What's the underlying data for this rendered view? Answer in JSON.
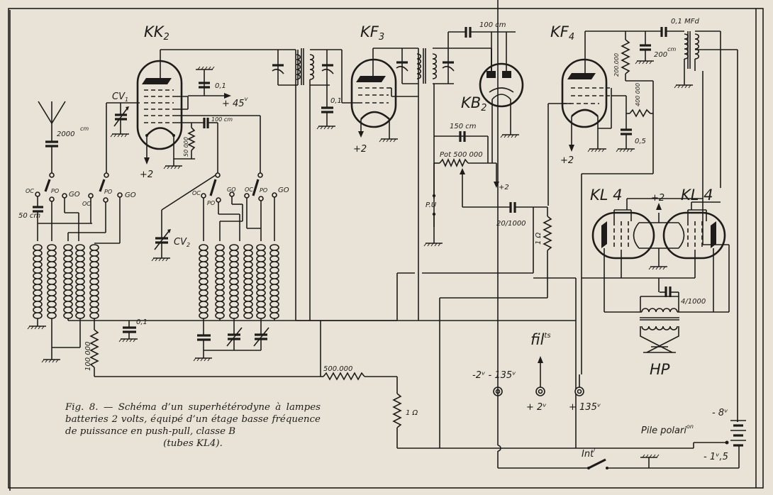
{
  "figure": {
    "caption_line1": "Fig. 8. — Schéma d’un superhétérodyne à lampes batteries 2 volts, équipé d’un étage basse fréquence de puissance en push-pull, classe B",
    "caption_line2": "(tubes KL4)."
  },
  "tubes": {
    "kk2": "KK",
    "kk2_sub": "2",
    "kf3": "KF",
    "kf3_sub": "3",
    "kb2": "KB",
    "kb2_sub": "2",
    "kf4": "KF",
    "kf4_sub": "4",
    "kl4_left": "KL 4",
    "kl4_right": "KL 4"
  },
  "components": {
    "antenna_cap": "2000",
    "antenna_cap_unit": "cm",
    "cv1": "CV",
    "cv1_sub": "1",
    "cv2": "CV",
    "cv2_sub": "2",
    "kk2_decoupling": "0,1",
    "kk2_screen_voltage": "+ 45",
    "kk2_screen_unit": "v",
    "kk2_grid_cap": "100 cm",
    "kk2_grid_res": "50 000",
    "kk2_filament": "+2",
    "osc_cap": "50 cm",
    "osc_decoupling": "0,1",
    "osc_res": "100 000",
    "if_decoupling": "0,1",
    "kf3_filament": "+2",
    "kb2_top_cap": "100 cm",
    "kb2_cap": "150 cm",
    "kb2_pot": "Pot 500 000",
    "kb2_filament": "+2",
    "pickup": "P.U",
    "coupling_cap": "20/1000",
    "grid_leak": "1 Ω",
    "avc_res": "500.000",
    "avc_res2": "1 Ω",
    "kf4_filament": "+2",
    "kf4_plate_res": "200.000",
    "kf4_screen_res": "400 000",
    "kf4_screen_cap": "0,5",
    "kf4_bypass": "200",
    "kf4_bypass_unit": "cm",
    "kf4_coupling": "0,1 MFd",
    "kl4_filament": "+2",
    "output_cap": "4/1000",
    "speaker": "HP"
  },
  "switch_labels": {
    "bank1": [
      "OC",
      "PO",
      "GO"
    ],
    "bank2": [
      "OC",
      "PO",
      "GO"
    ],
    "bank3": [
      "OC",
      "PO",
      "GO"
    ],
    "bank4": [
      "GO",
      "OC",
      "PO",
      "GO"
    ]
  },
  "power": {
    "filaments_label": "fil",
    "filaments_sup": "ts",
    "neg_terminal": "-2ᵛ - 135ᵛ",
    "filament_terminal": "+ 2ᵛ",
    "ht_terminal": "+ 135ᵛ",
    "bias_battery": "Pile polari",
    "bias_battery_sup": "on",
    "bias_top": "- 8ᵛ",
    "bias_bottom": "- 1ᵛ,5",
    "switch": "Int",
    "switch_sup": "r"
  }
}
